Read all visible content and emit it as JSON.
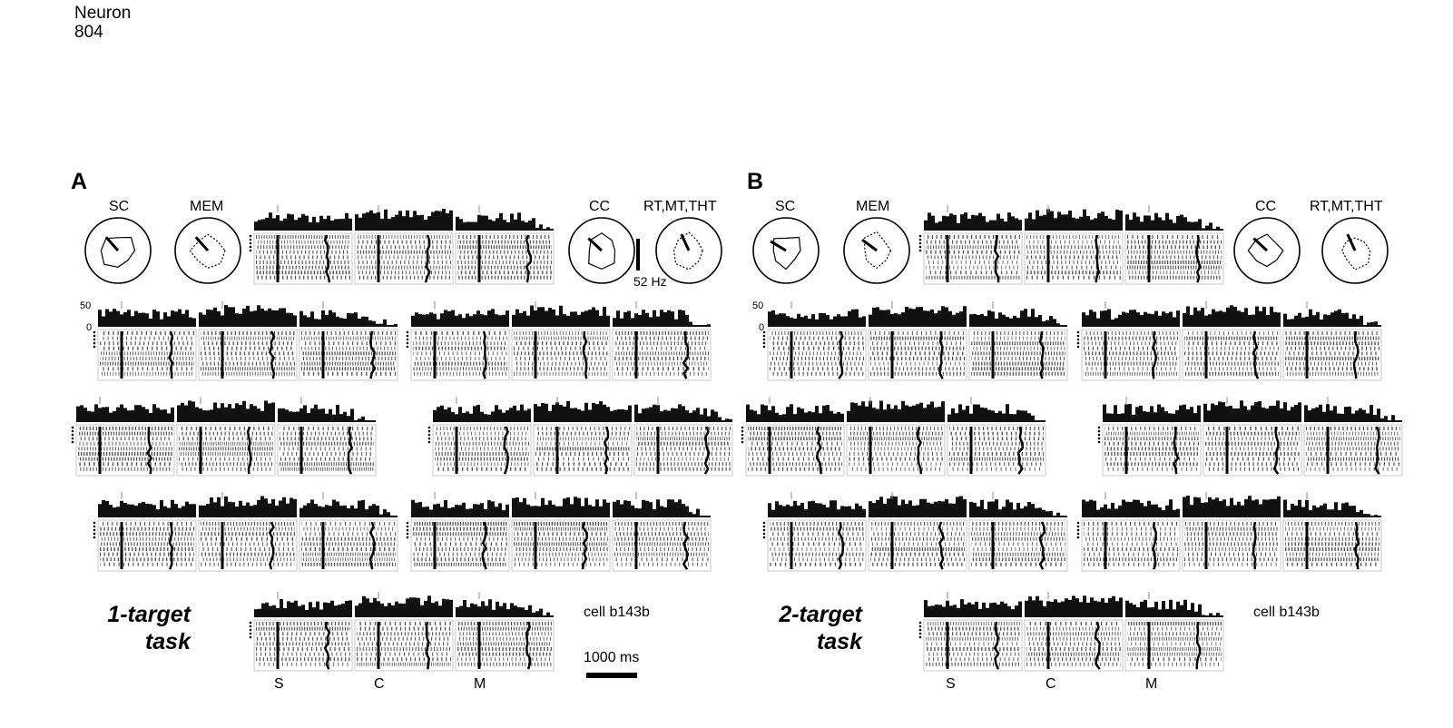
{
  "header": {
    "journal": "Neuron",
    "page": "804"
  },
  "panels": [
    {
      "letter": "A",
      "labels": {
        "sc": "SC",
        "mem": "MEM",
        "cc": "CC",
        "rt": "RT,MT,THT"
      },
      "cell": "cell b143b",
      "task": [
        "1-target",
        "task"
      ],
      "axis": {
        "s": "S",
        "c": "C",
        "m": "M"
      },
      "hist_ticks": {
        "top": "50",
        "bottom": "0"
      }
    },
    {
      "letter": "B",
      "labels": {
        "sc": "SC",
        "mem": "MEM",
        "cc": "CC",
        "rt": "RT,MT,THT"
      },
      "cell": "cell b143b",
      "task": [
        "2-target",
        "task"
      ],
      "axis": {
        "s": "S",
        "c": "C",
        "m": "M"
      },
      "hist_ticks": {
        "top": "50",
        "bottom": "0"
      }
    }
  ],
  "scale_bars": {
    "rate": "52 Hz",
    "time": "1000 ms"
  }
}
